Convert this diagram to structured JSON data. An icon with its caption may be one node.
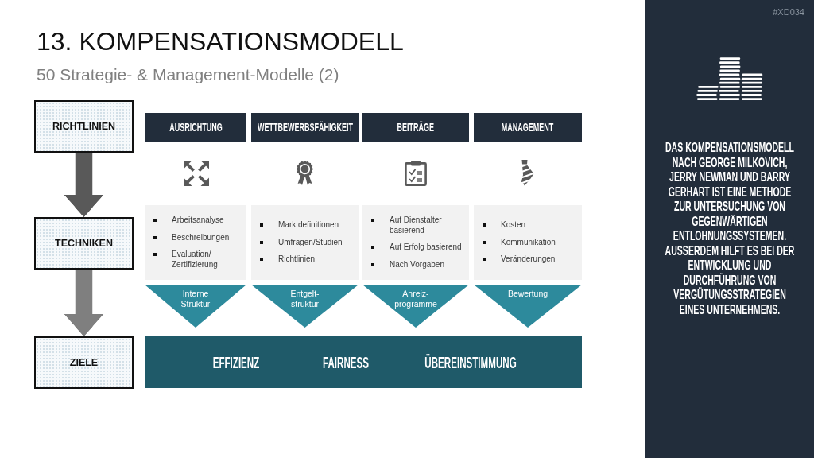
{
  "diagram": {
    "title": "13. KOMPENSATIONSMODELL",
    "nodes": [
      {
        "text": [
          "RICHTLINIEN"
        ]
      },
      {
        "text": [
          "TECHNIKEN"
        ]
      },
      {
        "text": [
          "ZIELE"
        ]
      },
      {
        "text": [
          "AUSRICHTUNG"
        ]
      },
      {
        "text": [
          "WETTBEWERBSFÄHIGKEIT"
        ]
      },
      {
        "text": [
          "BEITRÄGE"
        ]
      },
      {
        "text": [
          "MANAGEMENT"
        ]
      },
      {
        "text": [
          "Arbeitsanalyse",
          "Beschreibungen",
          "Evaluation/ Zertifizierung"
        ]
      },
      {
        "text": [
          "Marktdefinitionen",
          "Umfragen/Studien",
          "Richtlinien"
        ]
      },
      {
        "text": [
          "Auf Dienstalter basierend",
          "Auf Erfolg basierend",
          "Nach Vorgaben"
        ]
      },
      {
        "text": [
          "Kosten",
          "Kommunikation",
          "Veränderungen"
        ]
      },
      {
        "text": [
          "Interne Struktur"
        ]
      },
      {
        "text": [
          "Entgelt- struktur"
        ]
      },
      {
        "text": [
          "Anreiz- programme"
        ]
      },
      {
        "text": [
          "Bewertung"
        ]
      },
      {
        "text": [
          "EFFIZIENZ",
          "FAIRNESS",
          "ÜBEREINSTIMMUNG"
        ]
      },
      {
        "text": [
          "DAS KOMPENSATIONSMODELL NACH GEORGE MILKOVICH, JERRY NEWMAN UND BARRY GERHART IST EINE METHODE ZUR UNTERSUCHUNG VON GEGENWÄRTIGEN ENTLOHNUNGSSYSTEMEN. AUSSERDEM HILFT ES BEI DER ENTWICKLUNG UND DURCHFÜHRUNG VON VERGÜTUNGSSTRATEGIEN EINES UNTERNEHMENS."
        ]
      }
    ],
    "edges": [
      {
        "from": 0,
        "to": 1,
        "arrow": "to",
        "color": "#595959"
      },
      {
        "from": 1,
        "to": 2,
        "arrow": "to",
        "color": "#7f7f7f"
      }
    ],
    "labels": [
      "50 Strategie- & Management-Modelle (2)",
      "#XD034"
    ]
  }
}
